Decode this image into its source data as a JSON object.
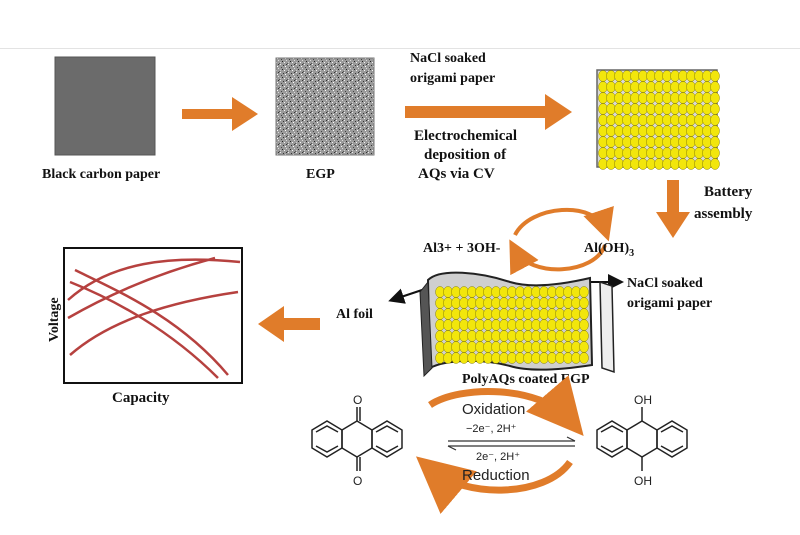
{
  "colors": {
    "arrow": "#e07c2a",
    "yellow": "#f2e60c",
    "carbon": "#6b6b6b",
    "curve": "#b6413f"
  },
  "labels": {
    "black_carbon_paper": "Black carbon paper",
    "egp": "EGP",
    "nacl_top_1": "NaCl soaked",
    "nacl_top_2": "origami paper",
    "electro_1": "Electrochemical",
    "electro_2": "deposition of",
    "electro_3": "AQs  via CV",
    "battery_1": "Battery",
    "battery_2": "assembly",
    "al3": "Al3+ + 3OH-",
    "aloh": "Al(OH)",
    "aloh_sub": "3",
    "nacl_right_1": "NaCl soaked",
    "nacl_right_2": "origami paper",
    "al_foil": "Al foil",
    "polyaq": "PolyAQs coated EGP",
    "voltage": "Voltage",
    "capacity": "Capacity",
    "oxidation": "Oxidation",
    "ox_cond": "−2e⁻, 2H⁺",
    "red_cond": "2e⁻, 2H⁺",
    "reduction": "Reduction",
    "oh_top": "OH",
    "oh_bottom": "OH",
    "o_top": "O",
    "o_bottom": "O"
  }
}
